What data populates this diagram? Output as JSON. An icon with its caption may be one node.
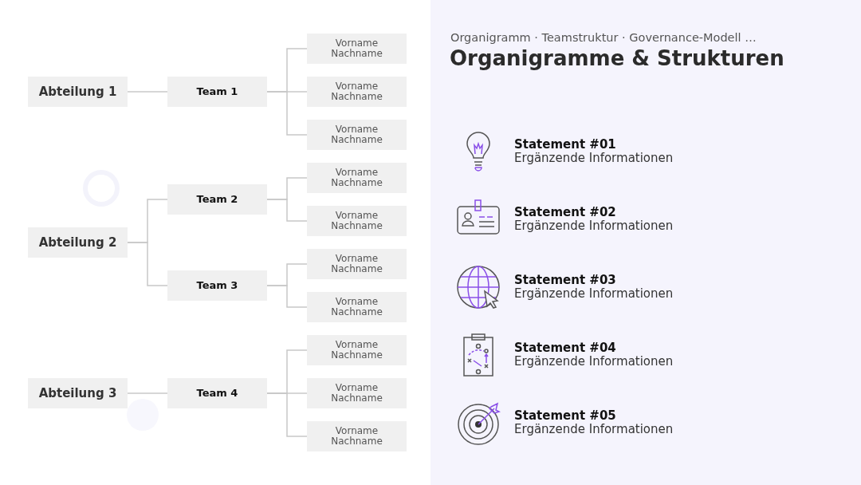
{
  "diagram": {
    "title": "Organigramme & Strukturen",
    "nodes": [
      {
        "text": [
          "Abteilung 1"
        ]
      },
      {
        "text": [
          "Team 1"
        ]
      },
      {
        "text": [
          "Vorname Nachname"
        ]
      },
      {
        "text": [
          "Vorname Nachname"
        ]
      },
      {
        "text": [
          "Vorname Nachname"
        ]
      },
      {
        "text": [
          "Abteilung 2"
        ]
      },
      {
        "text": [
          "Team 2"
        ]
      },
      {
        "text": [
          "Vorname Nachname"
        ]
      },
      {
        "text": [
          "Vorname Nachname"
        ]
      },
      {
        "text": [
          "Team 3"
        ]
      },
      {
        "text": [
          "Vorname Nachname"
        ]
      },
      {
        "text": [
          "Vorname Nachname"
        ]
      },
      {
        "text": [
          "Abteilung 3"
        ]
      },
      {
        "text": [
          "Team 4"
        ]
      },
      {
        "text": [
          "Vorname Nachname"
        ]
      },
      {
        "text": [
          "Vorname Nachname"
        ]
      },
      {
        "text": [
          "Vorname Nachname"
        ]
      }
    ],
    "edges": [
      {
        "from": 0,
        "to": 1,
        "arrow": "none"
      },
      {
        "from": 1,
        "to": 2,
        "arrow": "none"
      },
      {
        "from": 1,
        "to": 3,
        "arrow": "none"
      },
      {
        "from": 1,
        "to": 4,
        "arrow": "none"
      },
      {
        "from": 5,
        "to": 6,
        "arrow": "none"
      },
      {
        "from": 5,
        "to": 9,
        "arrow": "none"
      },
      {
        "from": 6,
        "to": 7,
        "arrow": "none"
      },
      {
        "from": 6,
        "to": 8,
        "arrow": "none"
      },
      {
        "from": 9,
        "to": 10,
        "arrow": "none"
      },
      {
        "from": 9,
        "to": 11,
        "arrow": "none"
      },
      {
        "from": 12,
        "to": 13,
        "arrow": "none"
      },
      {
        "from": 13,
        "to": 14,
        "arrow": "none"
      },
      {
        "from": 13,
        "to": 15,
        "arrow": "none"
      },
      {
        "from": 13,
        "to": 16,
        "arrow": "none"
      }
    ],
    "labels": [
      "Organigramm · Teamstruktur · Governance-Modell …",
      "Statement #01",
      "Ergänzende Informationen",
      "Statement #02",
      "Ergänzende Informationen",
      "Statement #03",
      "Ergänzende Informationen",
      "Statement #04",
      "Ergänzende Informationen",
      "Statement #05",
      "Ergänzende Informationen"
    ]
  }
}
